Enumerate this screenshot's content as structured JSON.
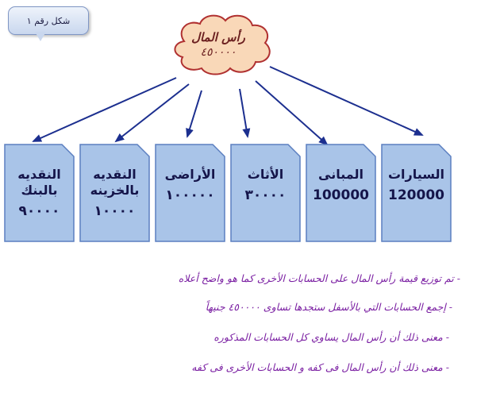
{
  "callout": {
    "label": "شكل رقم ١"
  },
  "root": {
    "title": "رأس المال",
    "value": "٤٥٠٠٠٠"
  },
  "accounts": [
    {
      "name": "السيارات",
      "value": "120000"
    },
    {
      "name": "المبانى",
      "value": "100000"
    },
    {
      "name": "الأثاث",
      "value": "٣٠٠٠٠"
    },
    {
      "name": "الأراضى",
      "value": "١٠٠٠٠٠"
    },
    {
      "name": "النقديه بالخزينه",
      "value": "١٠٠٠٠"
    },
    {
      "name": "النقديه بالبنك",
      "value": "٩٠٠٠٠"
    }
  ],
  "notes": [
    "- تم توزيع قيمة رأس المال على الحسابات الأخرى كما هو واضح أعلاه",
    "- إجمع الحسابات التي بالأسفل ستجدها تساوى ٤٥٠٠٠٠ جنيهاً",
    "- معنى ذلك أن رأس المال يساوي كل الحسابات المذكوره",
    "- معنى ذلك أن رأس المال فى كفه و الحسابات الأخرى فى كفه"
  ],
  "colors": {
    "doc_fill": "#a9c4e8",
    "doc_border": "#5b7fc0",
    "arrow": "#1c2f8f",
    "cloud_fill": "#f9d8b8",
    "cloud_border": "#b03030",
    "note_text": "#7a1fa2"
  }
}
